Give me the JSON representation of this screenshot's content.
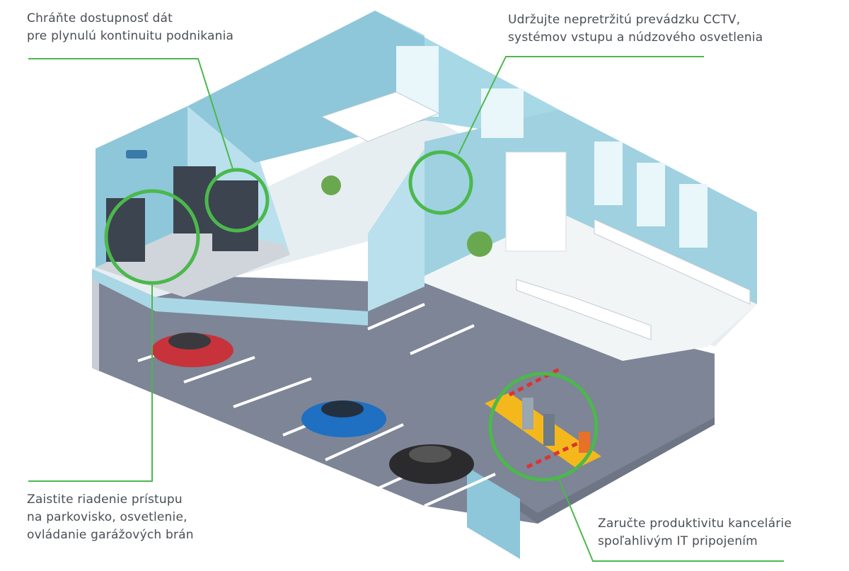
{
  "callouts": [
    {
      "lines": [
        "Chráňte dostupnosť dát",
        "pre plynulú kontinuitu podnikania"
      ]
    },
    {
      "lines": [
        "Udržujte nepretržitú prevádzku CCTV,",
        "systémov vstupu a núdzového osvetlenia"
      ]
    },
    {
      "lines": [
        "Zaistite riadenie prístupu",
        "na parkovisko, osvetlenie,",
        "ovládanie garážových brán"
      ]
    },
    {
      "lines": [
        "Zaručte produktivitu kancelárie",
        "spoľahlivým IT pripojením"
      ]
    }
  ],
  "colors": {
    "accent": "#4cb84c",
    "text": "#4a4f55",
    "wall": "#8ec7d9",
    "wall_light": "#b9e0ec",
    "floor": "#f4f6f7",
    "parking": "#7d8596",
    "car_red": "#c8323a",
    "car_blue": "#1f6fc2",
    "car_black": "#2b2b2e",
    "barrier": "#f5b81c"
  }
}
